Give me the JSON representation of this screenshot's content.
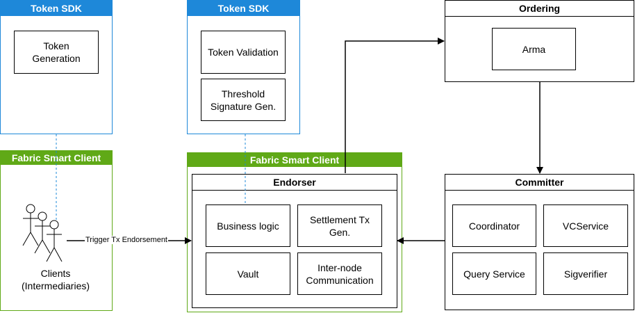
{
  "token_sdk_left": {
    "title": "Token SDK",
    "components": [
      "Token\nGeneration"
    ]
  },
  "token_sdk_right": {
    "title": "Token SDK",
    "components": [
      "Token Validation",
      "Threshold\nSignature Gen."
    ]
  },
  "fsc_left": {
    "title": "Fabric Smart Client",
    "actor_label": "Clients\n(Intermediaries)"
  },
  "fsc_right": {
    "title": "Fabric Smart Client",
    "endorser": {
      "title": "Endorser",
      "components": [
        "Business logic",
        "Settlement Tx\nGen.",
        "Vault",
        "Inter-node\nCommunication"
      ]
    }
  },
  "ordering": {
    "title": "Ordering",
    "components": [
      "Arma"
    ]
  },
  "committer": {
    "title": "Committer",
    "components": [
      "Coordinator",
      "VCService",
      "Query Service",
      "Sigverifier"
    ]
  },
  "edges": {
    "trigger_label": "Trigger Tx Endorsement"
  },
  "colors": {
    "token_sdk": "#1e88d9",
    "fabric_smart_client": "#60a917",
    "outline": "#000000"
  }
}
